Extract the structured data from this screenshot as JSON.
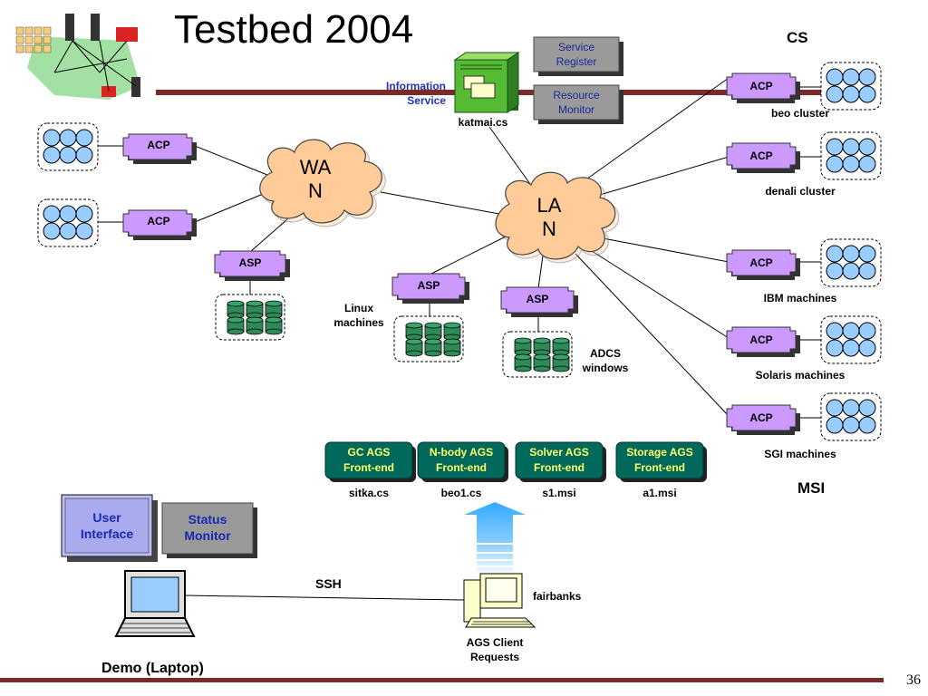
{
  "slide": {
    "title": "Testbed 2004",
    "page_number": "36"
  },
  "colors": {
    "rule": "#7b2a2a",
    "acp_fill": "#cc99ff",
    "cluster_node_fill": "#99ccff",
    "storage_fill": "#2e8b57",
    "ags_fill": "#00695c",
    "ags_text": "#ffff66",
    "service_box_fill": "#999999",
    "cloud_fill": "#ffcc99",
    "arrow_fill": "#33aaff",
    "screen_fill": "#99ccff"
  },
  "top": {
    "cs_label": "CS",
    "information_service_line1": "Information",
    "information_service_line2": "Service",
    "service_register_line1": "Service",
    "service_register_line2": "Register",
    "resource_monitor_line1": "Resource",
    "resource_monitor_line2": "Monitor",
    "katmai_label": "katmai.cs"
  },
  "clouds": {
    "wan_line1": "WA",
    "wan_line2": "N",
    "lan_line1": "LA",
    "lan_line2": "N"
  },
  "left": {
    "acp1": "ACP",
    "acp2": "ACP",
    "asp": "ASP"
  },
  "middle": {
    "asp_linux": "ASP",
    "linux_line1": "Linux",
    "linux_line2": "machines",
    "asp_adcs": "ASP",
    "adcs_line1": "ADCS",
    "adcs_line2": "windows"
  },
  "right": {
    "clusters": [
      {
        "acp": "ACP",
        "label": "beo cluster"
      },
      {
        "acp": "ACP",
        "label": "denali cluster"
      },
      {
        "acp": "ACP",
        "label": "IBM machines"
      },
      {
        "acp": "ACP",
        "label": "Solaris machines"
      },
      {
        "acp": "ACP",
        "label": "SGI machines"
      }
    ],
    "msi_label": "MSI"
  },
  "ags": [
    {
      "line1": "GC AGS",
      "line2": "Front-end",
      "host": "sitka.cs"
    },
    {
      "line1": "N-body AGS",
      "line2": "Front-end",
      "host": "beo1.cs"
    },
    {
      "line1": "Solver AGS",
      "line2": "Front-end",
      "host": "s1.msi"
    },
    {
      "line1": "Storage AGS",
      "line2": "Front-end",
      "host": "a1.msi"
    }
  ],
  "bottom": {
    "user_interface_line1": "User",
    "user_interface_line2": "Interface",
    "status_monitor_line1": "Status",
    "status_monitor_line2": "Monitor",
    "ssh_label": "SSH",
    "fairbanks_label": "fairbanks",
    "ags_client_line1": "AGS Client",
    "ags_client_line2": "Requests",
    "demo_label": "Demo (Laptop)"
  }
}
